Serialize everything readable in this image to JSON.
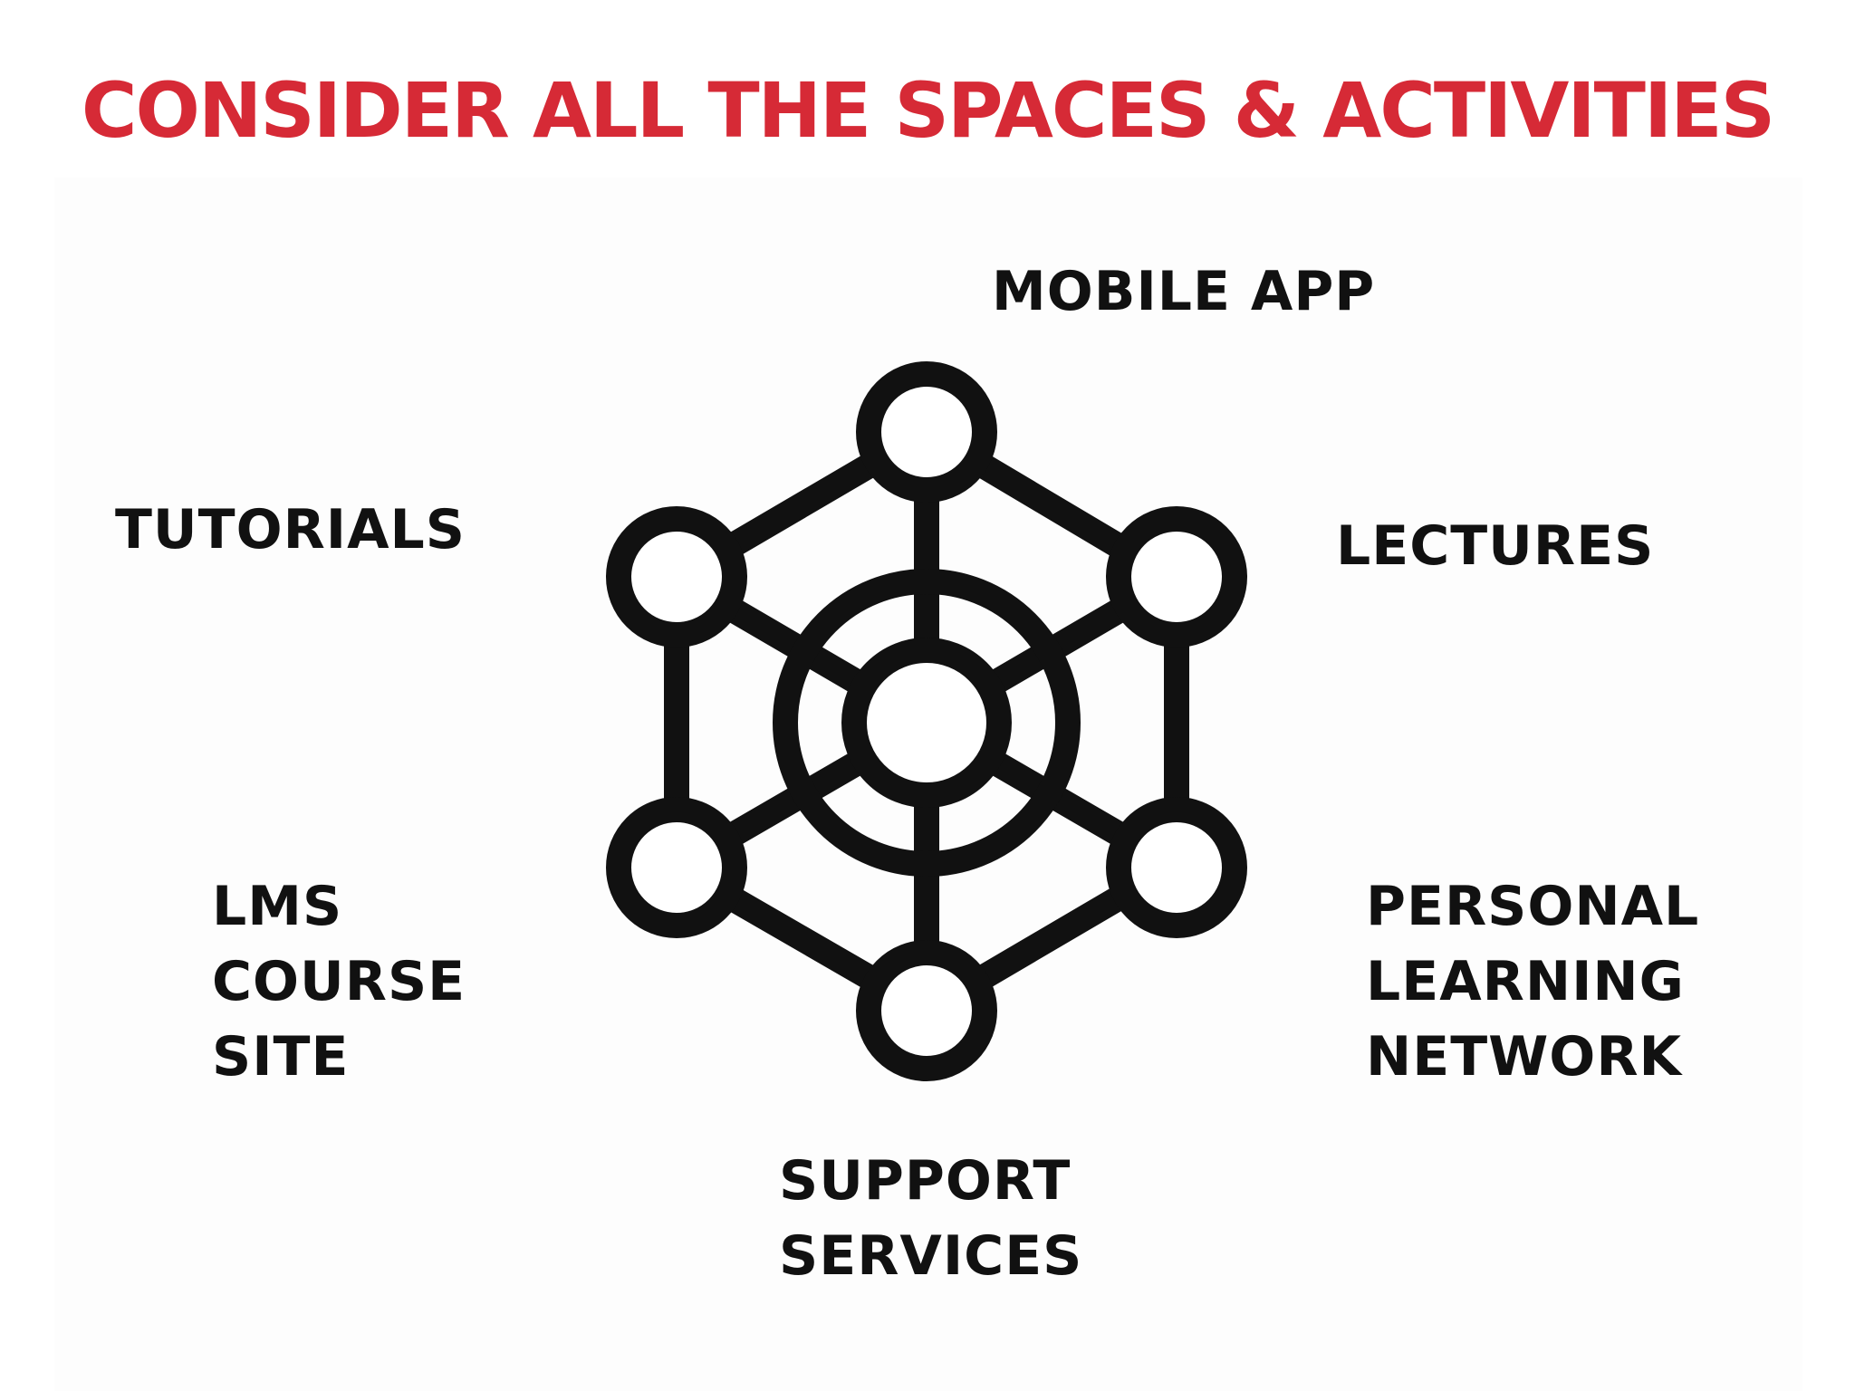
{
  "title": "CONSIDER ALL THE SPACES & ACTIVITIES",
  "colors": {
    "title": "#d62a36",
    "text": "#111111",
    "icon": "#111111"
  },
  "diagram": {
    "icon": "network-hub-icon",
    "labels": {
      "mobile_app": [
        "MOBILE APP"
      ],
      "lectures": [
        "LECTURES"
      ],
      "tutorials": [
        "TUTORIALS"
      ],
      "lms_course_site": [
        "LMS",
        "COURSE",
        "SITE"
      ],
      "personal_learning_network": [
        "PERSONAL",
        "LEARNING",
        "NETWORK"
      ],
      "support_services": [
        "SUPPORT",
        "SERVICES"
      ]
    }
  }
}
